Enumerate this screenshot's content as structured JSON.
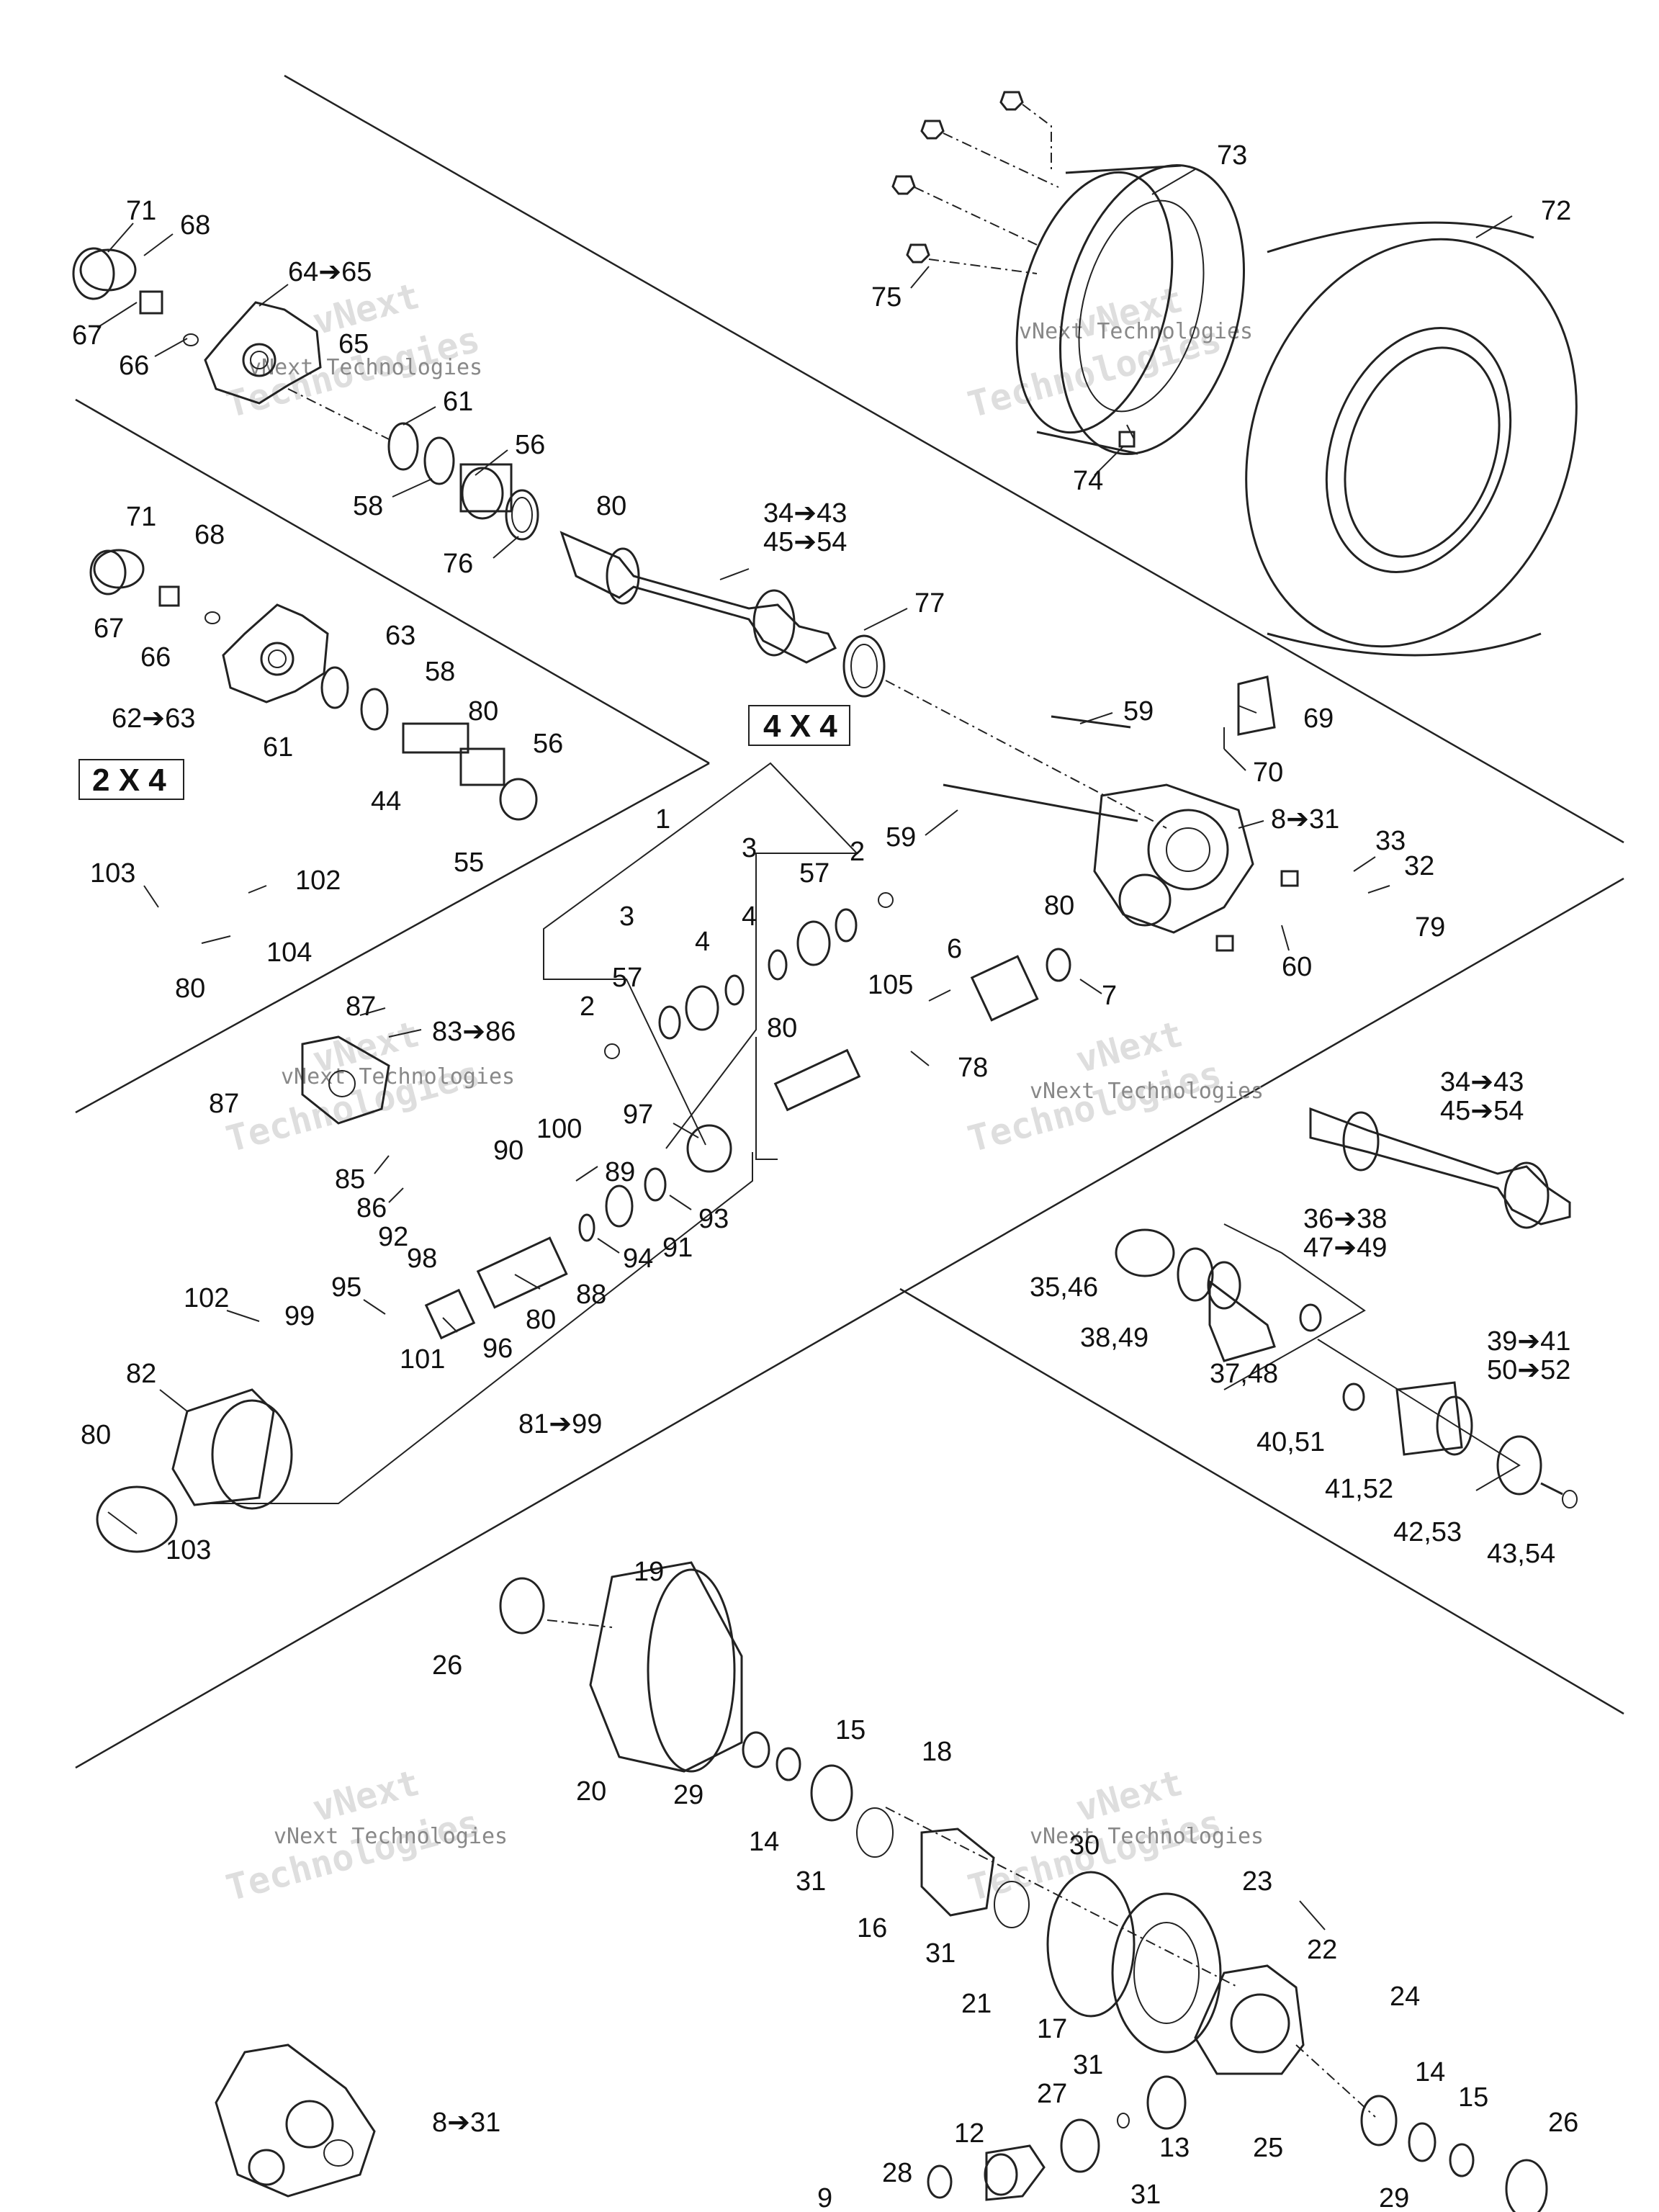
{
  "diagram": {
    "watermark_line1": "vNext",
    "watermark_line2": "Technologies",
    "watermark_small": "vNext Technologies",
    "config_labels": {
      "four_wd": "4 X 4",
      "two_wd": "2 X 4"
    },
    "callouts": [
      "71",
      "68",
      "64➔65",
      "65",
      "67",
      "66",
      "61",
      "56",
      "58",
      "80",
      "76",
      "34➔43",
      "45➔54",
      "77",
      "71",
      "68",
      "67",
      "66",
      "63",
      "58",
      "80",
      "62➔63",
      "61",
      "56",
      "44",
      "55",
      "4 X 4",
      "2 X 4",
      "73",
      "72",
      "75",
      "74",
      "59",
      "69",
      "70",
      "8➔31",
      "59",
      "33",
      "32",
      "79",
      "60",
      "7",
      "6",
      "80",
      "1",
      "3",
      "3",
      "2",
      "57",
      "4",
      "4",
      "57",
      "2",
      "105",
      "78",
      "80",
      "103",
      "102",
      "104",
      "80",
      "87",
      "83➔86",
      "87",
      "85",
      "86",
      "92",
      "98",
      "90",
      "100",
      "89",
      "97",
      "93",
      "91",
      "94",
      "88",
      "80",
      "96",
      "101",
      "95",
      "99",
      "102",
      "82",
      "80",
      "103",
      "81➔99",
      "34➔43",
      "45➔54",
      "36➔38",
      "47➔49",
      "35,46",
      "38,49",
      "37,48",
      "39➔41",
      "50➔52",
      "40,51",
      "41,52",
      "42,53",
      "43,54",
      "19",
      "26",
      "20",
      "29",
      "15",
      "18",
      "14",
      "31",
      "16",
      "30",
      "23",
      "31",
      "21",
      "17",
      "22",
      "24",
      "8➔31",
      "31",
      "27",
      "14",
      "15",
      "26",
      "13",
      "25",
      "12",
      "28",
      "31",
      "29",
      "9"
    ]
  }
}
